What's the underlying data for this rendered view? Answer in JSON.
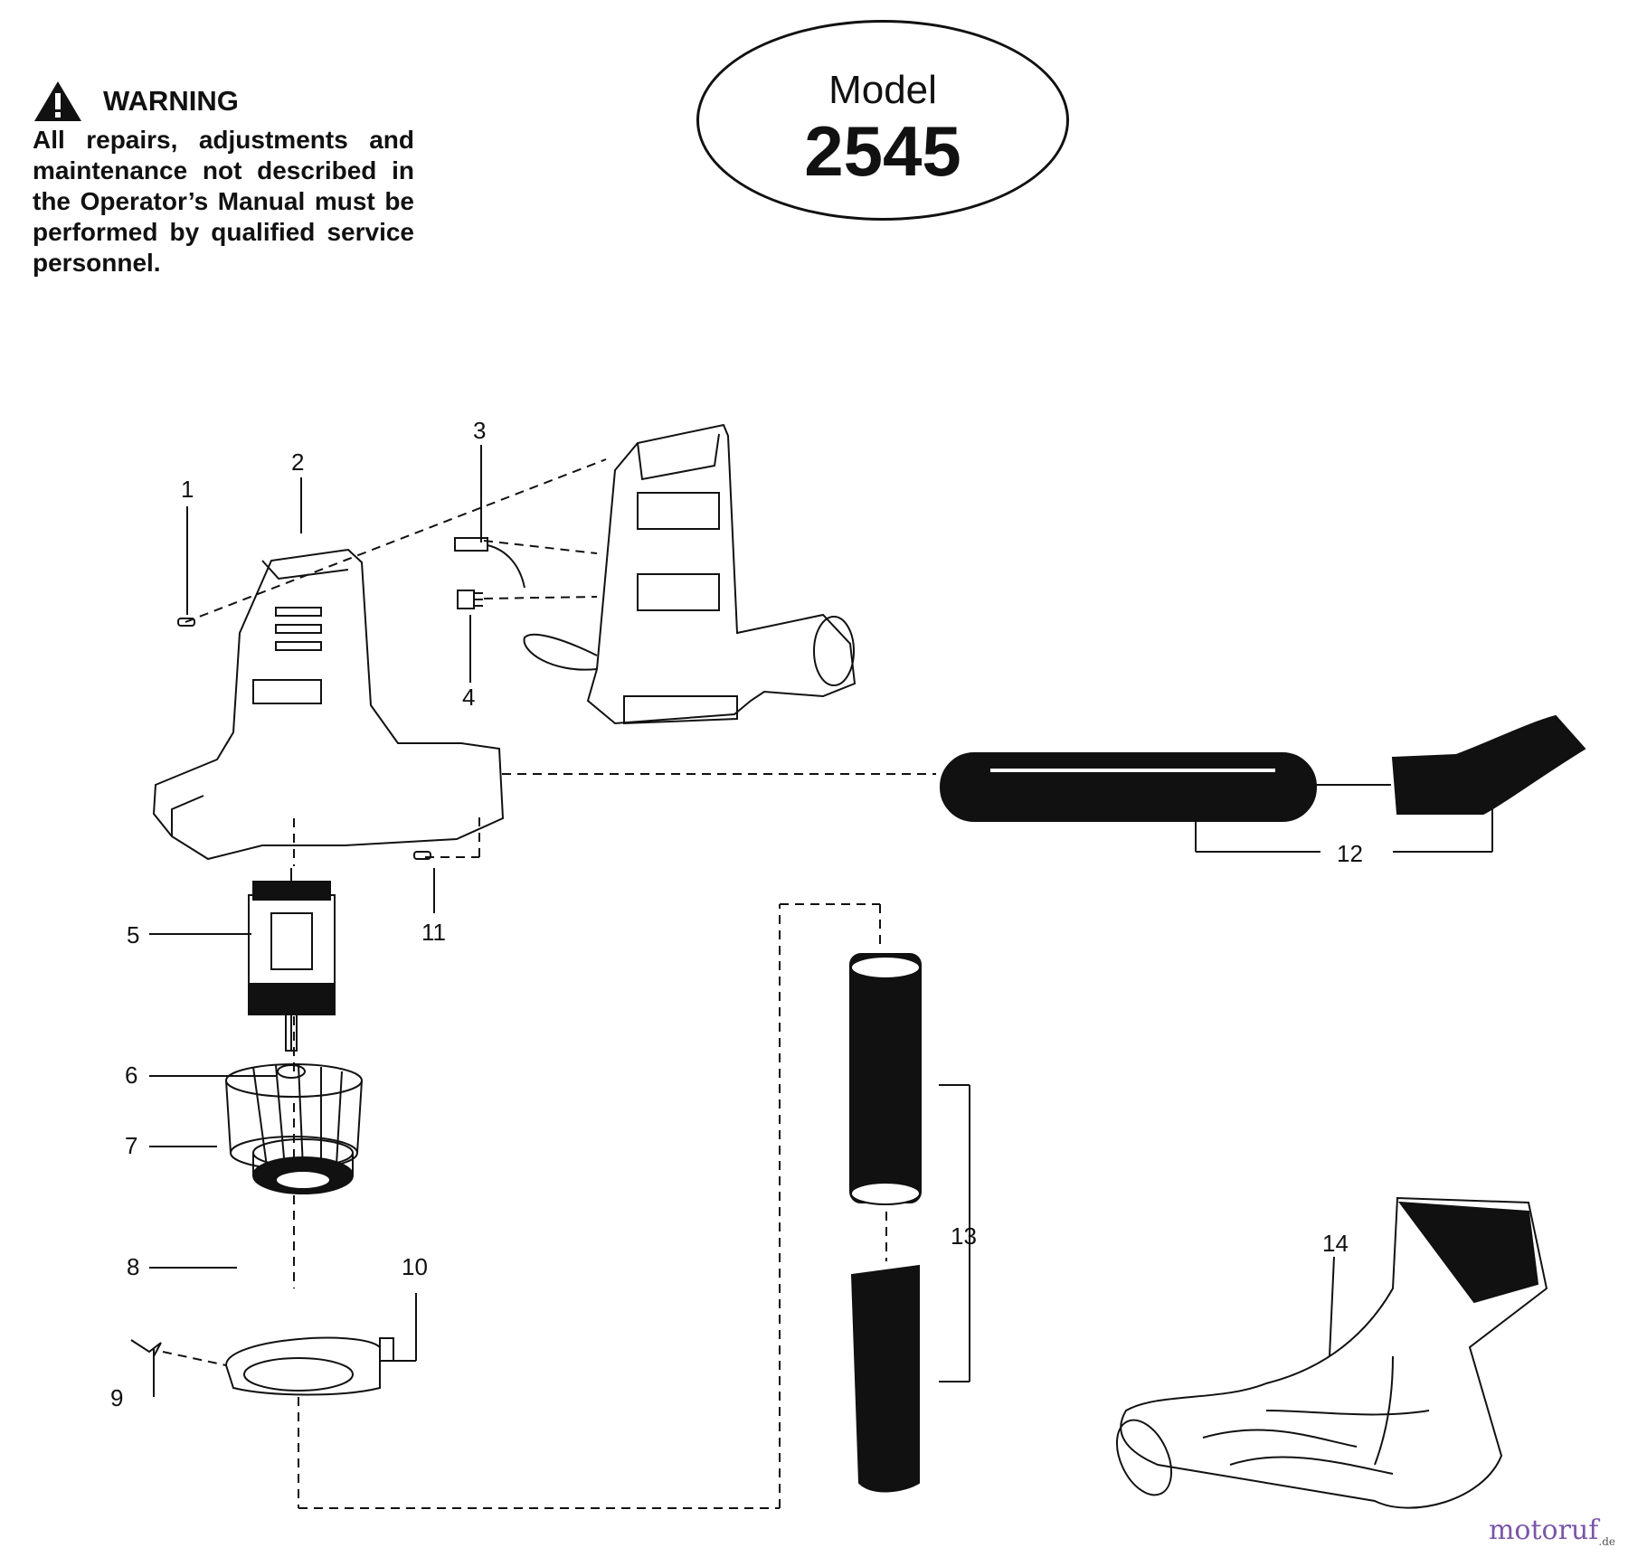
{
  "warning": {
    "title": "WARNING",
    "text": "All repairs, adjustments and maintenance not described in the Operator’s Manual must be performed by qualified service personnel."
  },
  "model": {
    "label": "Model",
    "number": "2545"
  },
  "parts": [
    {
      "label": "1"
    },
    {
      "label": "2"
    },
    {
      "label": "3"
    },
    {
      "label": "4"
    },
    {
      "label": "5"
    },
    {
      "label": "6"
    },
    {
      "label": "7"
    },
    {
      "label": "8"
    },
    {
      "label": "9"
    },
    {
      "label": "10"
    },
    {
      "label": "11"
    },
    {
      "label": "12"
    },
    {
      "label": "13"
    },
    {
      "label": "14"
    }
  ],
  "watermark": {
    "main": "motoruf",
    "suffix": ".de"
  }
}
